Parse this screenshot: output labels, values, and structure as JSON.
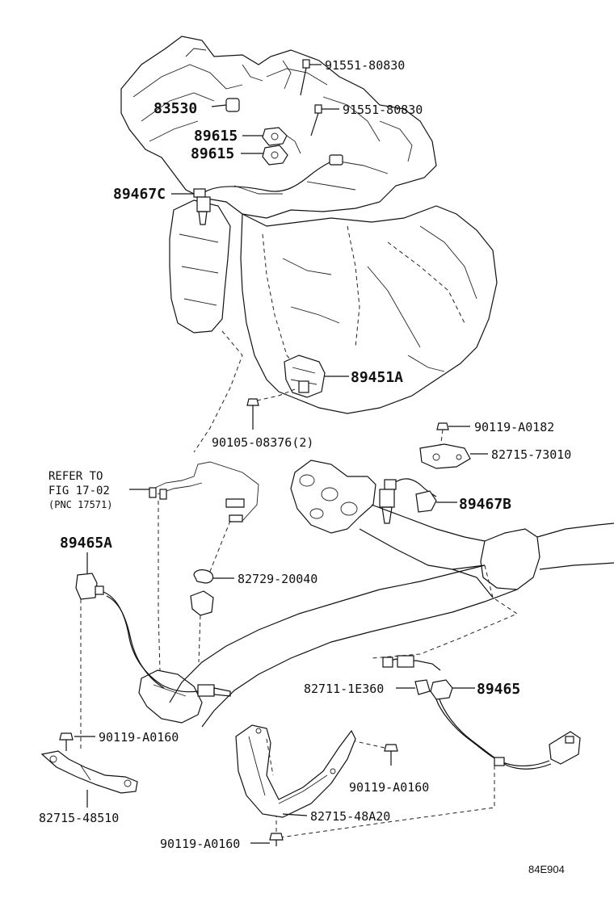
{
  "diagram": {
    "code": "84E904",
    "refer_note": {
      "line1": "REFER TO",
      "line2": "FIG 17-02",
      "line3": "(PNC 17571)"
    },
    "labels": {
      "p91551_a": "91551-80830",
      "p91551_b": "91551-80830",
      "p83530": "83530",
      "p89615_a": "89615",
      "p89615_b": "89615",
      "p89467C": "89467C",
      "p89451A": "89451A",
      "p90105": "90105-08376(2)",
      "p90119_top": "90119-A0182",
      "p82715_73010": "82715-73010",
      "p89467B": "89467B",
      "p89465A": "89465A",
      "p82729": "82729-20040",
      "p82711": "82711-1E360",
      "p89465": "89465",
      "p90119_left": "90119-A0160",
      "p90119_mid": "90119-A0160",
      "p82715_48510": "82715-48510",
      "p82715_48A20": "82715-48A20",
      "p90119_bottom": "90119-A0160"
    }
  }
}
